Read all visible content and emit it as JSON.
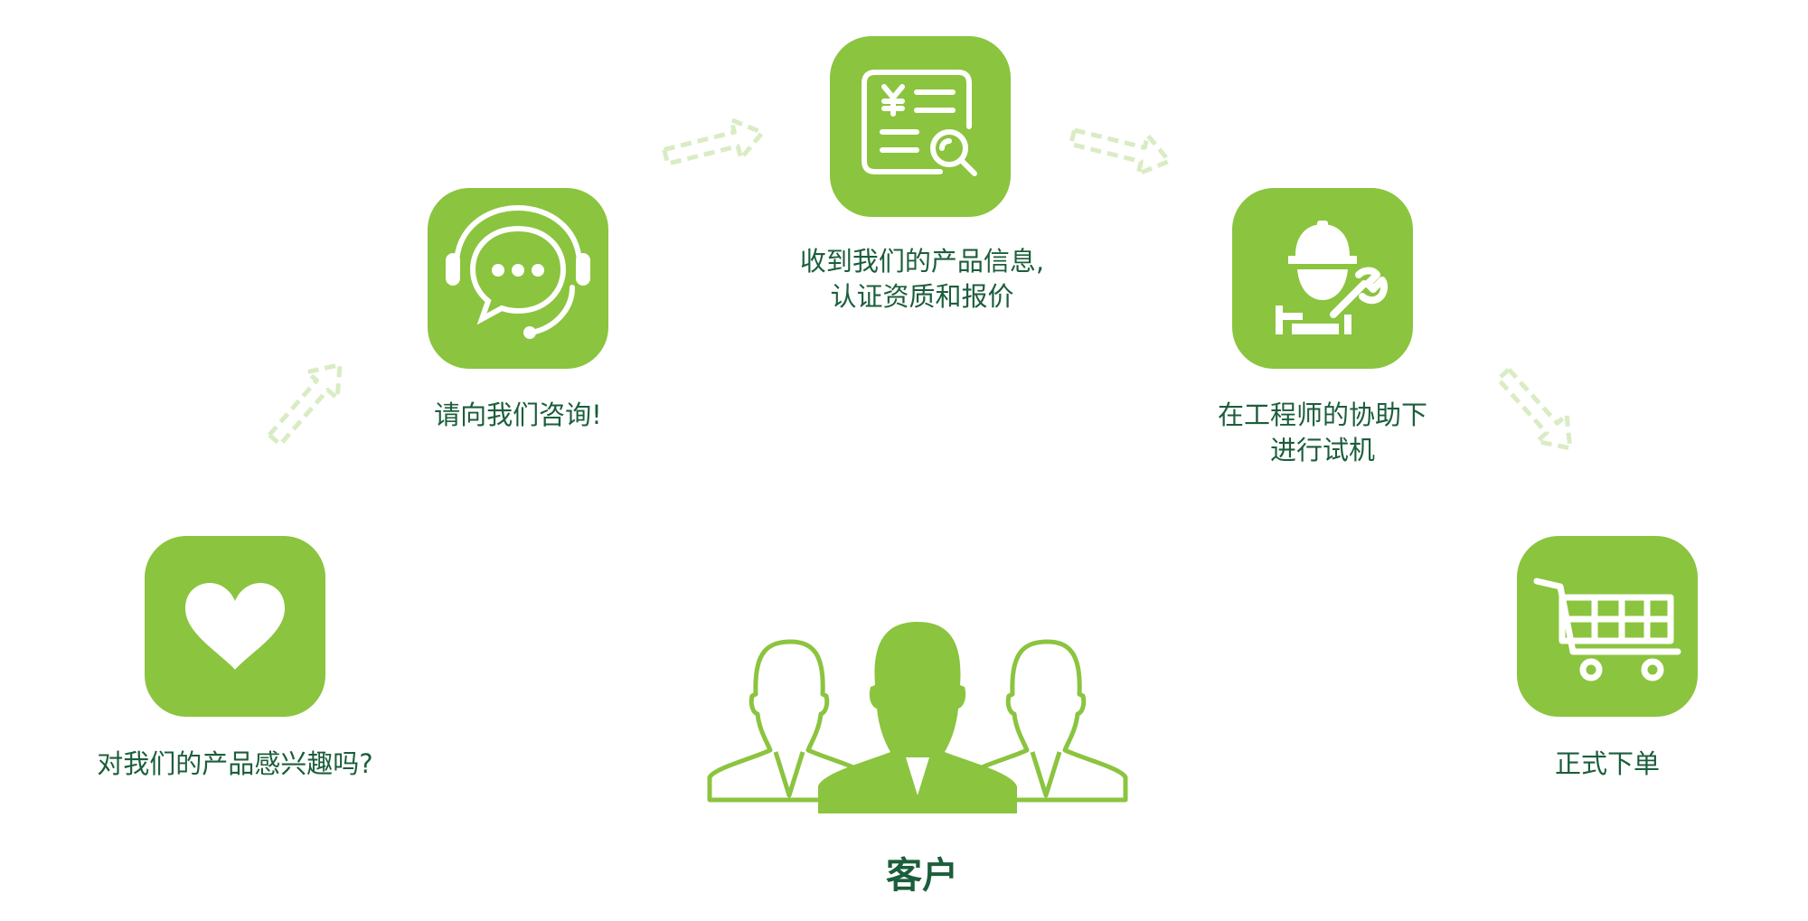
{
  "steps": {
    "interest": {
      "lines": [
        "对我们的产品感兴趣吗?"
      ],
      "icon": "heart-icon"
    },
    "consult": {
      "lines": [
        "请向我们咨询!"
      ],
      "icon": "headset-chat-icon"
    },
    "quote": {
      "lines": [
        "收到我们的产品信息,",
        "认证资质和报价"
      ],
      "icon": "quotation-search-icon"
    },
    "trial": {
      "lines": [
        "在工程师的协助下",
        "进行试机"
      ],
      "icon": "engineer-icon"
    },
    "order": {
      "lines": [
        "正式下单"
      ],
      "icon": "shopping-cart-icon"
    }
  },
  "center": {
    "label": "客户",
    "icon": "customers-group-icon"
  },
  "colors": {
    "tile": "#8bc43f",
    "text": "#1b5e3b",
    "arrow": "#d9ecc4"
  }
}
